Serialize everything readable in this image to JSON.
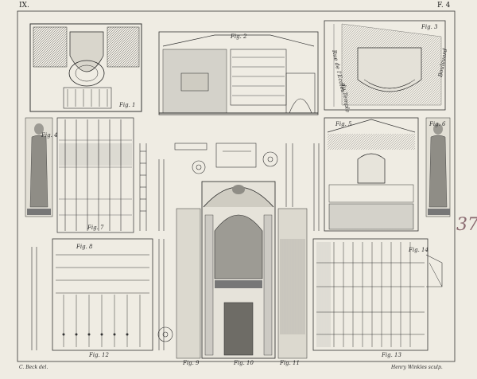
{
  "plate": {
    "number_left": "IX.",
    "number_right": "F. 4",
    "handwritten_number": "37",
    "credit_left": "C. Beck del.",
    "credit_right": "Henry Winkles sculp."
  },
  "street_labels": [
    "Rue de l'Ecoles",
    "du Temple",
    "Boulevard"
  ],
  "figures": {
    "fig1": "Fig. 1",
    "fig2": "Fig. 2",
    "fig3": "Fig. 3",
    "fig4": "Fig. 4",
    "fig5": "Fig. 5",
    "fig6": "Fig. 6",
    "fig7": "Fig. 7",
    "fig8": "Fig. 8",
    "fig9": "Fig. 9",
    "fig10": "Fig. 10",
    "fig11": "Fig. 11",
    "fig12": "Fig. 12",
    "fig13": "Fig. 13",
    "fig14": "Fig. 14"
  },
  "colors": {
    "paper": "#efece3",
    "ink": "#2b2b2b",
    "shade": "#8c8a84",
    "pencil": "#8a6a70"
  }
}
